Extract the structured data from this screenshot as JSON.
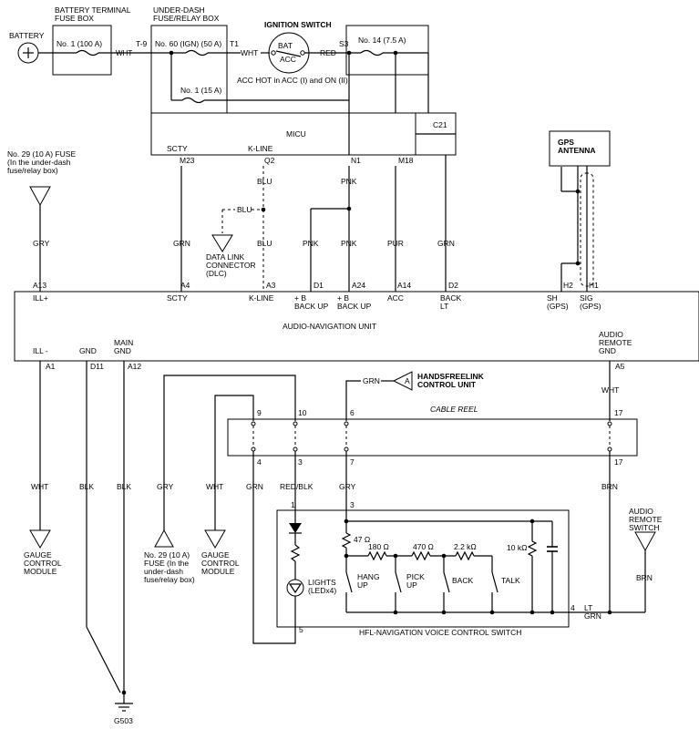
{
  "labels": {
    "battery": "BATTERY",
    "battery_fuse_box": [
      "BATTERY TERMINAL",
      "FUSE BOX"
    ],
    "fuse_no1_100a": "No. 1 (100 A)",
    "wire_wht_1": "WHT",
    "t9": "T-9",
    "under_dash_box": [
      "UNDER-DASH",
      "FUSE/RELAY BOX"
    ],
    "fuse_no60": "No. 60 (IGN) (50 A)",
    "t1": "T1",
    "wire_wht_2": "WHT",
    "ignition_switch": "IGNITION SWITCH",
    "bat": "BAT",
    "acc": "ACC",
    "s3": "S3",
    "wire_red": "RED",
    "fuse_no14": "No. 14 (7.5 A)",
    "acc_hot": "ACC HOT in ACC (I) and ON (II)",
    "fuse_no1_15a": "No. 1 (15 A)",
    "c21": "C21",
    "micu": "MICU",
    "micu_scty": "SCTY",
    "micu_kline": "K-LINE",
    "pin_m23": "M23",
    "pin_q2": "Q2",
    "pin_n1": "N1",
    "pin_m18": "M18",
    "left_fuse": [
      "No. 29 (10 A) FUSE",
      "(In the under-dash",
      "fuse/relay box)"
    ],
    "gps_antenna": [
      "GPS",
      "ANTENNA"
    ],
    "wire_blu_1": "BLU",
    "wire_blu_2": "BLU",
    "wire_blu_3": "BLU",
    "wire_pnk_1": "PNK",
    "wire_pnk_2": "PNK",
    "wire_pnk_3": "PNK",
    "wire_gry_1": "GRY",
    "wire_grn_1": "GRN",
    "wire_pur": "PUR",
    "wire_grn_2": "GRN",
    "dlc": [
      "DATA LINK",
      "CONNECTOR",
      "(DLC)"
    ],
    "pin_a13": "A13",
    "pin_a4": "A4",
    "pin_a3": "A3",
    "pin_d1": "D1",
    "pin_a24": "A24",
    "pin_a14": "A14",
    "pin_d2": "D2",
    "pin_h2": "H2",
    "pin_h1": "H1",
    "unit_ill_plus": "ILL+",
    "unit_scty": "SCTY",
    "unit_kline": "K-LINE",
    "unit_backup1": [
      "+ B",
      "BACK UP"
    ],
    "unit_backup2": [
      "+ B",
      "BACK UP"
    ],
    "unit_acc": "ACC",
    "unit_back_lt": [
      "BACK",
      "LT"
    ],
    "unit_sh": [
      "SH",
      "(GPS)"
    ],
    "unit_sig": [
      "SIG",
      "(GPS)"
    ],
    "unit_title": "AUDIO-NAVIGATION UNIT",
    "unit_ill_minus": "ILL -",
    "unit_gnd": "GND",
    "unit_main_gnd": [
      "MAIN",
      "GND"
    ],
    "unit_audio_remote_gnd": [
      "AUDIO",
      "REMOTE",
      "GND"
    ],
    "pin_a1": "A1",
    "pin_d11": "D11",
    "pin_a12": "A12",
    "pin_a5": "A5",
    "wire_grn_hfl": "GRN",
    "hfl_a": "A",
    "hfl_control": [
      "HANDSFREELINK",
      "CONTROL UNIT"
    ],
    "wire_wht_a5": "WHT",
    "cable_reel": "CABLE REEL",
    "reel_9": "9",
    "reel_10": "10",
    "reel_6": "6",
    "reel_17_top": "17",
    "reel_4": "4",
    "reel_3": "3",
    "reel_7": "7",
    "reel_17_bot": "17",
    "wire_wht_a1": "WHT",
    "wire_blk_1": "BLK",
    "wire_blk_2": "BLK",
    "wire_gry_2": "GRY",
    "wire_wht_3": "WHT",
    "wire_grn_3": "GRN",
    "wire_red_blk": "RED/BLK",
    "wire_gry_3": "GRY",
    "wire_brn_1": "BRN",
    "audio_remote_switch": [
      "AUDIO",
      "REMOTE",
      "SWITCH"
    ],
    "sw_pin_1": "1",
    "sw_pin_3": "3",
    "r47": "47 Ω",
    "r180": "180 Ω",
    "r470": "470 Ω",
    "r2k2": "2.2 kΩ",
    "r10k": "10 kΩ",
    "sw_hang": [
      "HANG",
      "UP"
    ],
    "sw_pick": [
      "PICK",
      "UP"
    ],
    "sw_back": "BACK",
    "sw_talk": "TALK",
    "lights": [
      "LIGHTS",
      "(LEDx4)"
    ],
    "sw_pin_4": "4",
    "lt_grn": [
      "LT",
      "GRN"
    ],
    "sw_pin_5": "5",
    "wire_brn_2": "BRN",
    "hfl_switch": "HFL-NAVIGATION VOICE CONTROL SWITCH",
    "gauge_1": [
      "GAUGE",
      "CONTROL",
      "MODULE"
    ],
    "fuse29_bottom": [
      "No. 29 (10 A)",
      "FUSE (In the",
      "under-dash",
      "fuse/relay box)"
    ],
    "gauge_2": [
      "GAUGE",
      "CONTROL",
      "MODULE"
    ],
    "g503": "G503"
  }
}
